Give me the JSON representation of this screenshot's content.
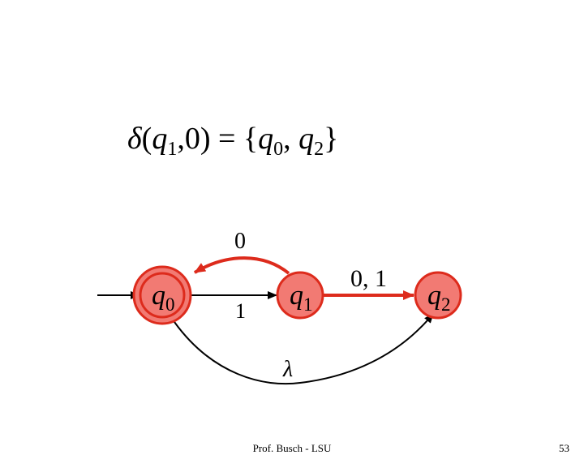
{
  "formula": {
    "delta": "δ",
    "open": "(",
    "state": "q",
    "state_sub": "1",
    "arg": ",0)",
    "equals": " = {",
    "r1": "q",
    "r1_sub": "0",
    "comma": ", ",
    "r2": "q",
    "r2_sub": "2",
    "close": "}"
  },
  "states": [
    {
      "name": "q",
      "sub": "0",
      "accepting": true
    },
    {
      "name": "q",
      "sub": "1",
      "accepting": false
    },
    {
      "name": "q",
      "sub": "2",
      "accepting": false
    }
  ],
  "edges": {
    "q1_to_q0_label": "0",
    "q0_to_q1_label": "1",
    "q1_to_q2_label": "0, 1",
    "q0_to_q2_label": "λ"
  },
  "footer": {
    "author": "Prof. Busch - LSU",
    "page": "53"
  },
  "colors": {
    "state_fill": "#f27a73",
    "state_stroke": "#dd2b1c",
    "highlight_edge": "#dd2b1c",
    "edge": "#000000"
  }
}
